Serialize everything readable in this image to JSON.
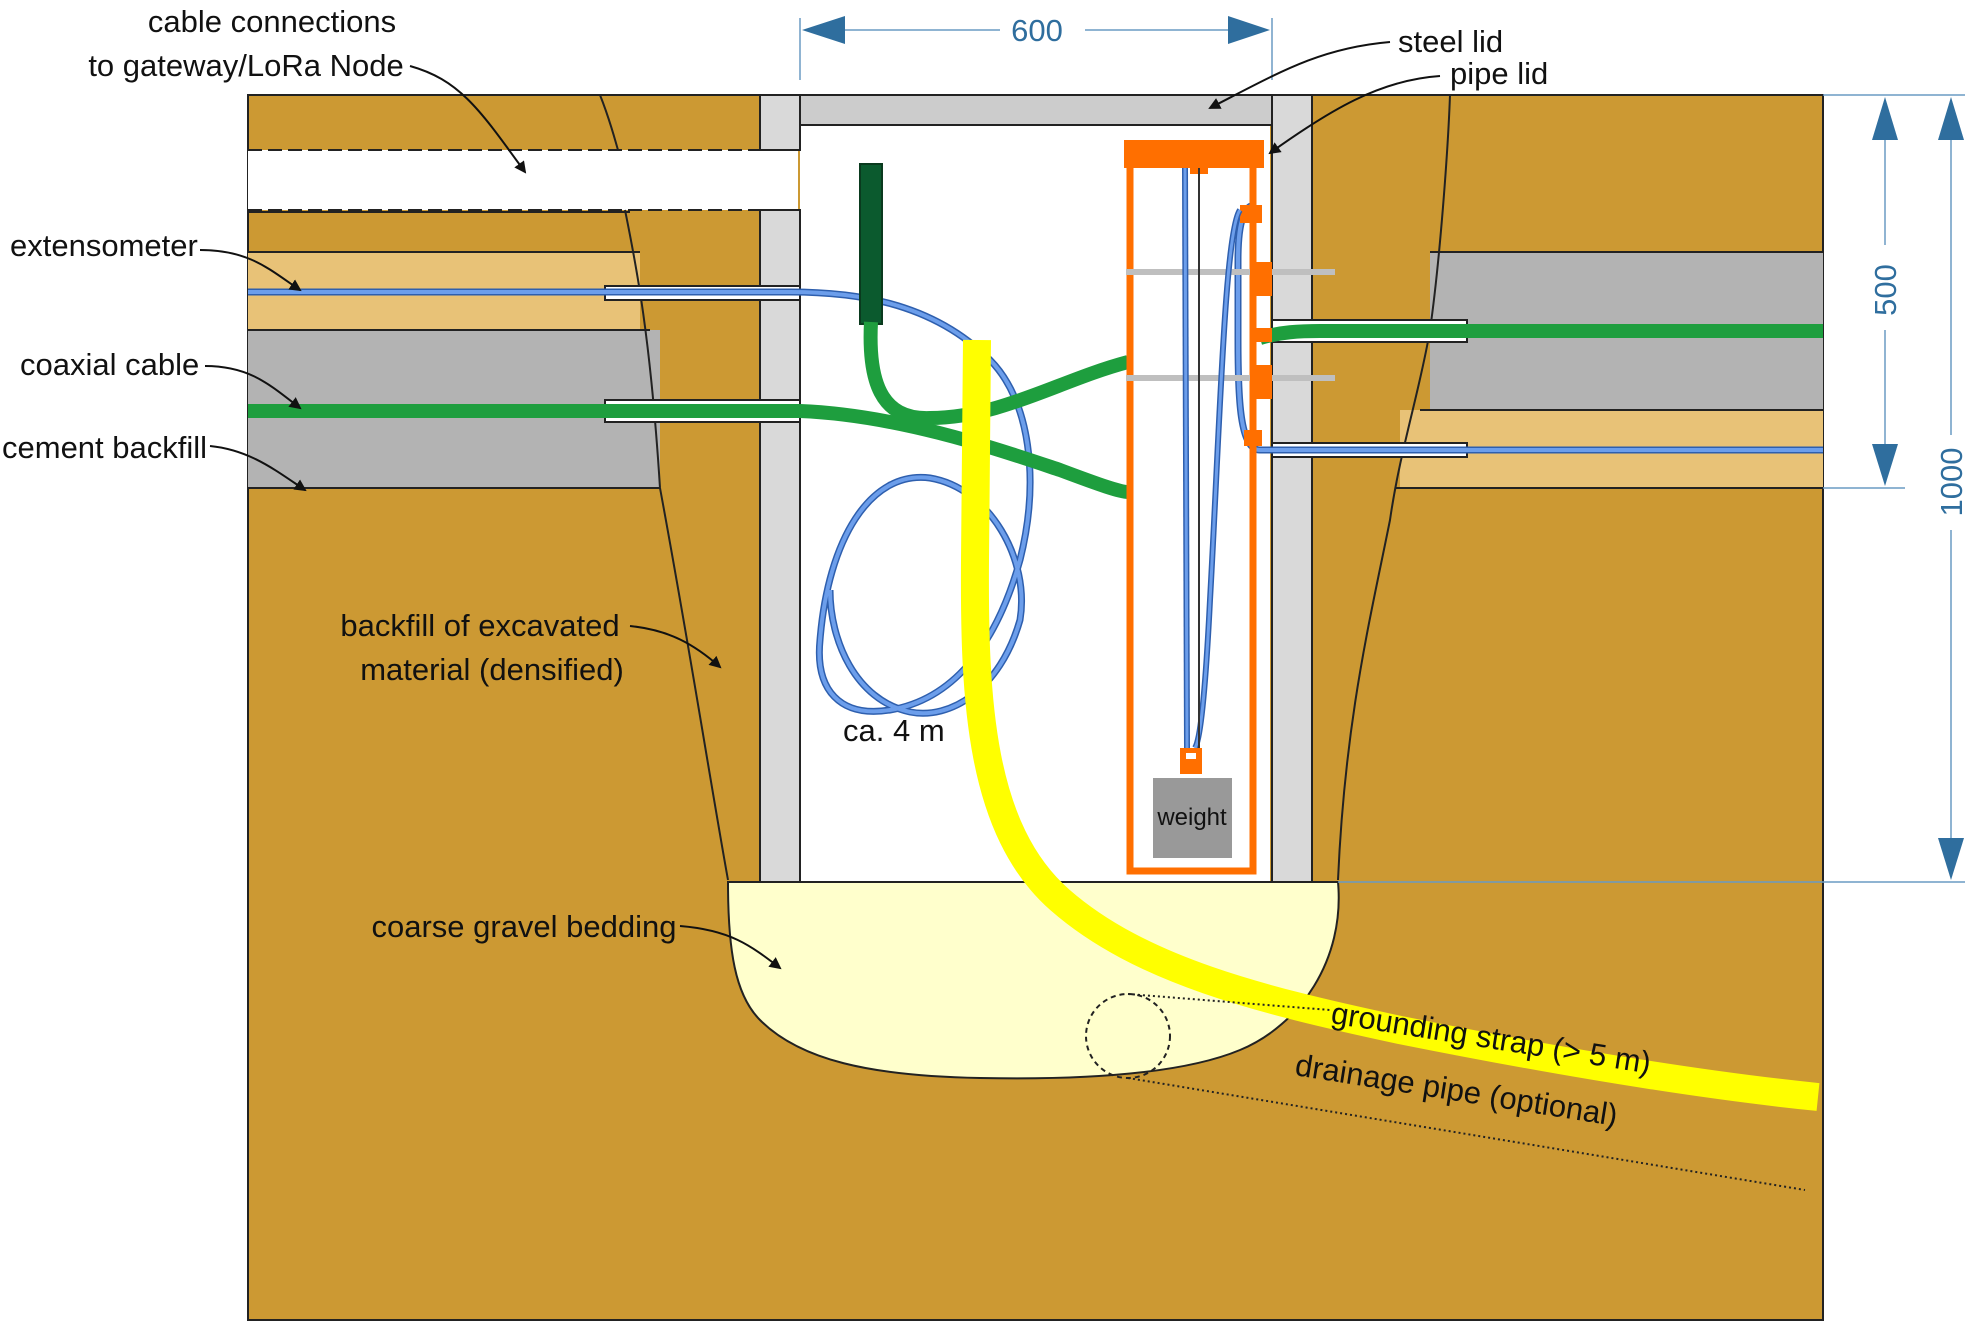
{
  "colors": {
    "soil": "#CC9933",
    "soil_light": "#E8C277",
    "cement": "#B3B3B3",
    "gravel": "#FFFFCC",
    "steel": "#D0D0D0",
    "orange": "#FF6F00",
    "blue_cable": "#6C9EEB",
    "green_cable": "#1E9E3E",
    "dark_green": "#0B5A2E",
    "yellow_strap": "#FFFF00",
    "dimension": "#2F6E9E",
    "weight": "#999999"
  },
  "labels": {
    "cable_connections_line1": "cable connections",
    "cable_connections_line2": "to gateway/LoRa Node",
    "extensometer": "extensometer",
    "coaxial_cable": "coaxial cable",
    "cement_backfill": "cement backfill",
    "backfill_line1": "backfill of excavated",
    "backfill_line2": "material (densified)",
    "coarse_gravel": "coarse gravel bedding",
    "ca_length": "ca. 4 m",
    "weight": "weight",
    "steel_lid": "steel lid",
    "pipe_lid": "pipe lid",
    "grounding_strap": "grounding strap (> 5 m)",
    "drainage_pipe": "drainage pipe (optional)"
  },
  "dimensions": {
    "width": "600",
    "upper_depth": "500",
    "total_depth": "1000"
  }
}
